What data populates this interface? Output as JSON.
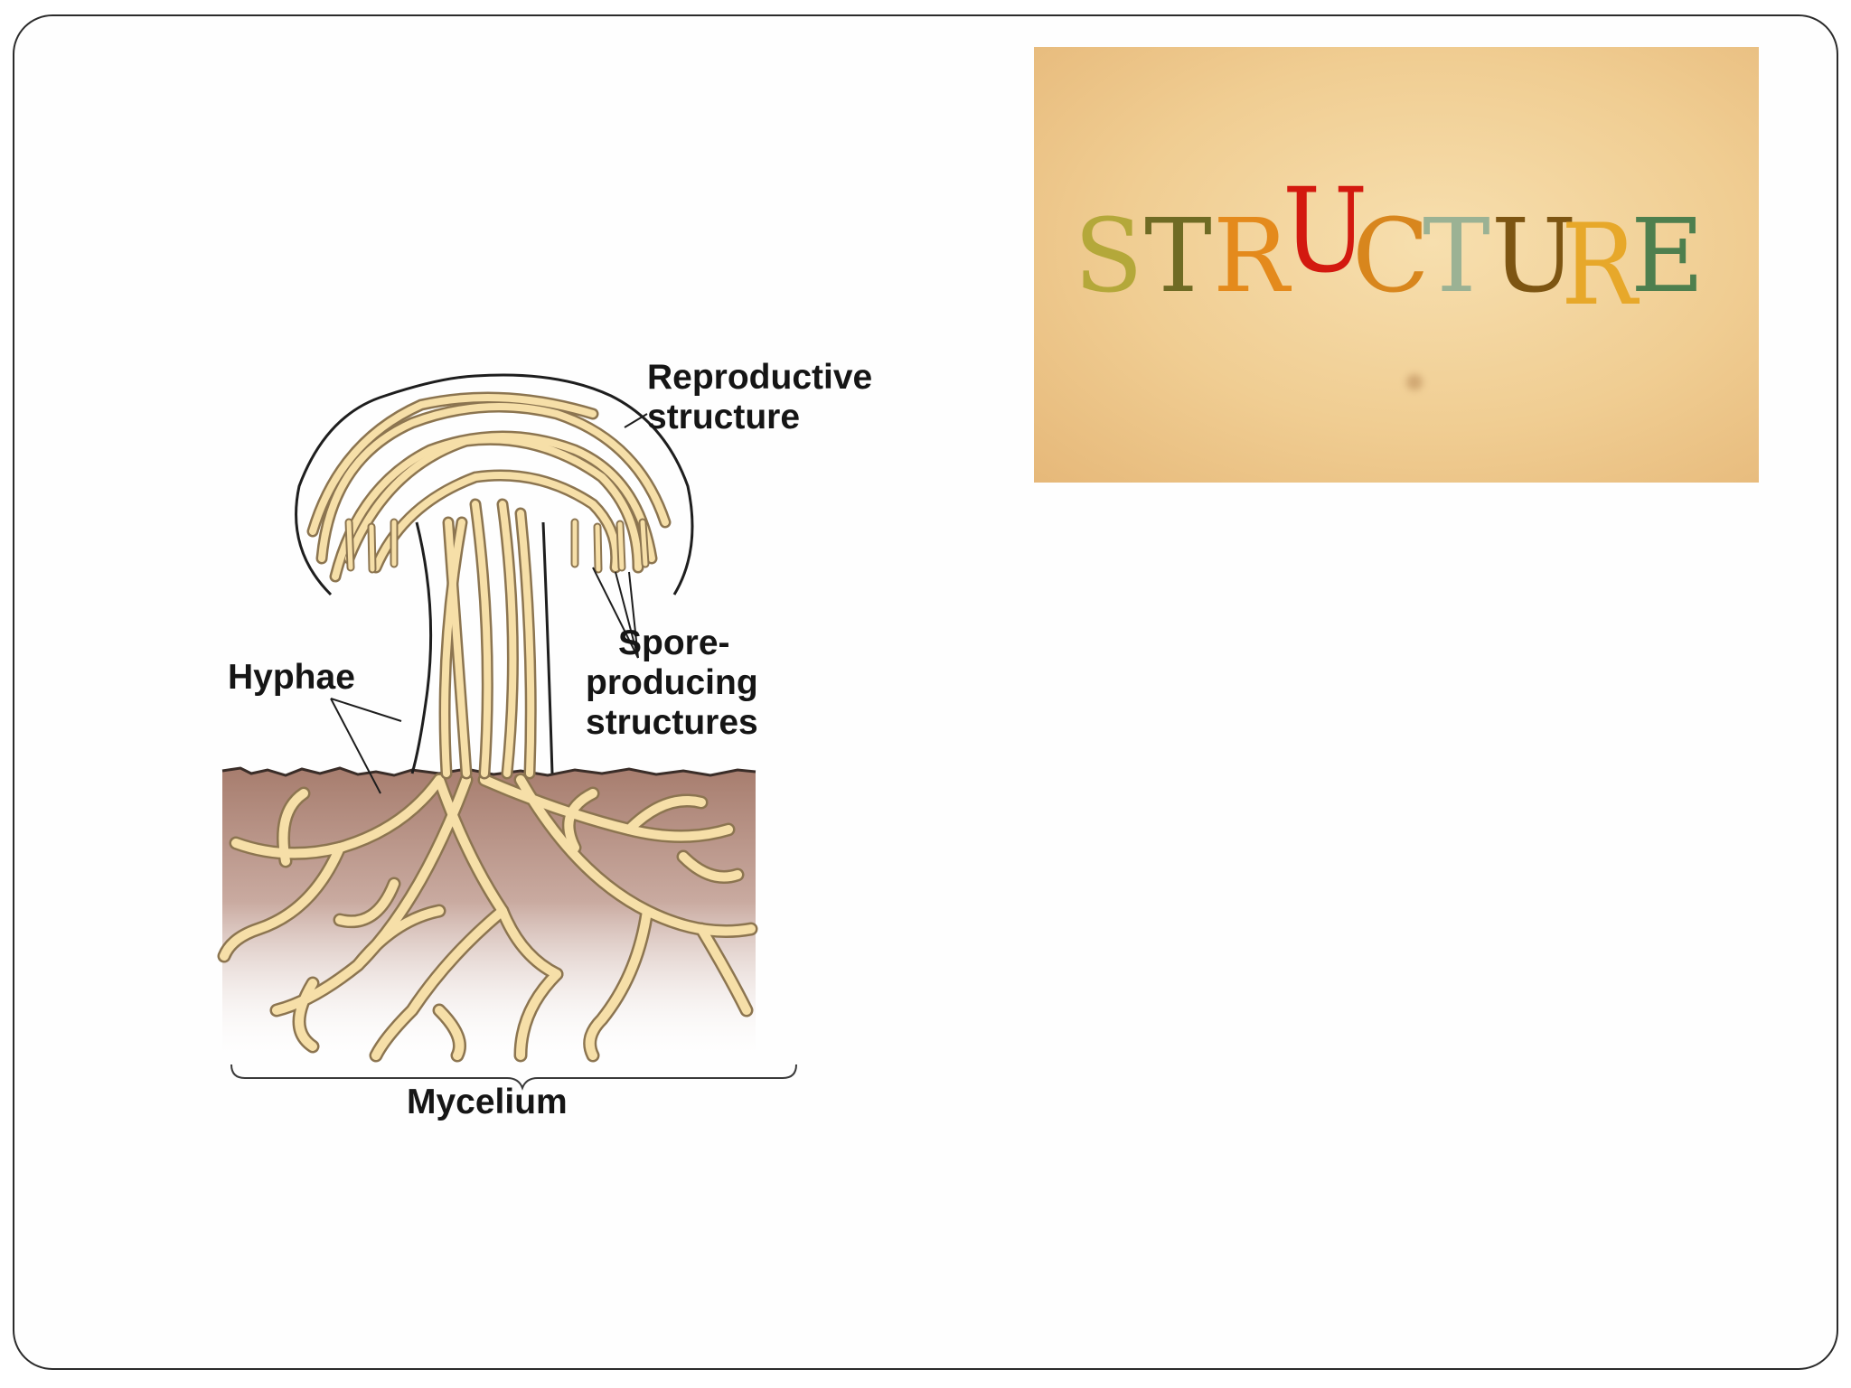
{
  "labels": {
    "reproductive": [
      "Reproductive",
      "structure"
    ],
    "spore": [
      "Spore-",
      "producing",
      "structures"
    ],
    "hyphae": "Hyphae",
    "mycelium": "Mycelium"
  },
  "banner": {
    "letters": [
      {
        "ch": "S",
        "color": "#b4a83a"
      },
      {
        "ch": "T",
        "color": "#6f6b24"
      },
      {
        "ch": "R",
        "color": "#e48a1c"
      },
      {
        "ch": "U",
        "color": "#d3190f"
      },
      {
        "ch": "C",
        "color": "#d8861d"
      },
      {
        "ch": "T",
        "color": "#9bb294"
      },
      {
        "ch": "U",
        "color": "#7d5512"
      },
      {
        "ch": "R",
        "color": "#e7a82a"
      },
      {
        "ch": "E",
        "color": "#4e7f4e"
      }
    ]
  },
  "colors": {
    "hyphae_fill": "#f6dfa8",
    "hyphae_outline": "#8c7550",
    "soil_top": "#a77d6e",
    "soil_bottom": "#ffffff",
    "label_text": "#151515",
    "frame": "#2b2b2b"
  }
}
